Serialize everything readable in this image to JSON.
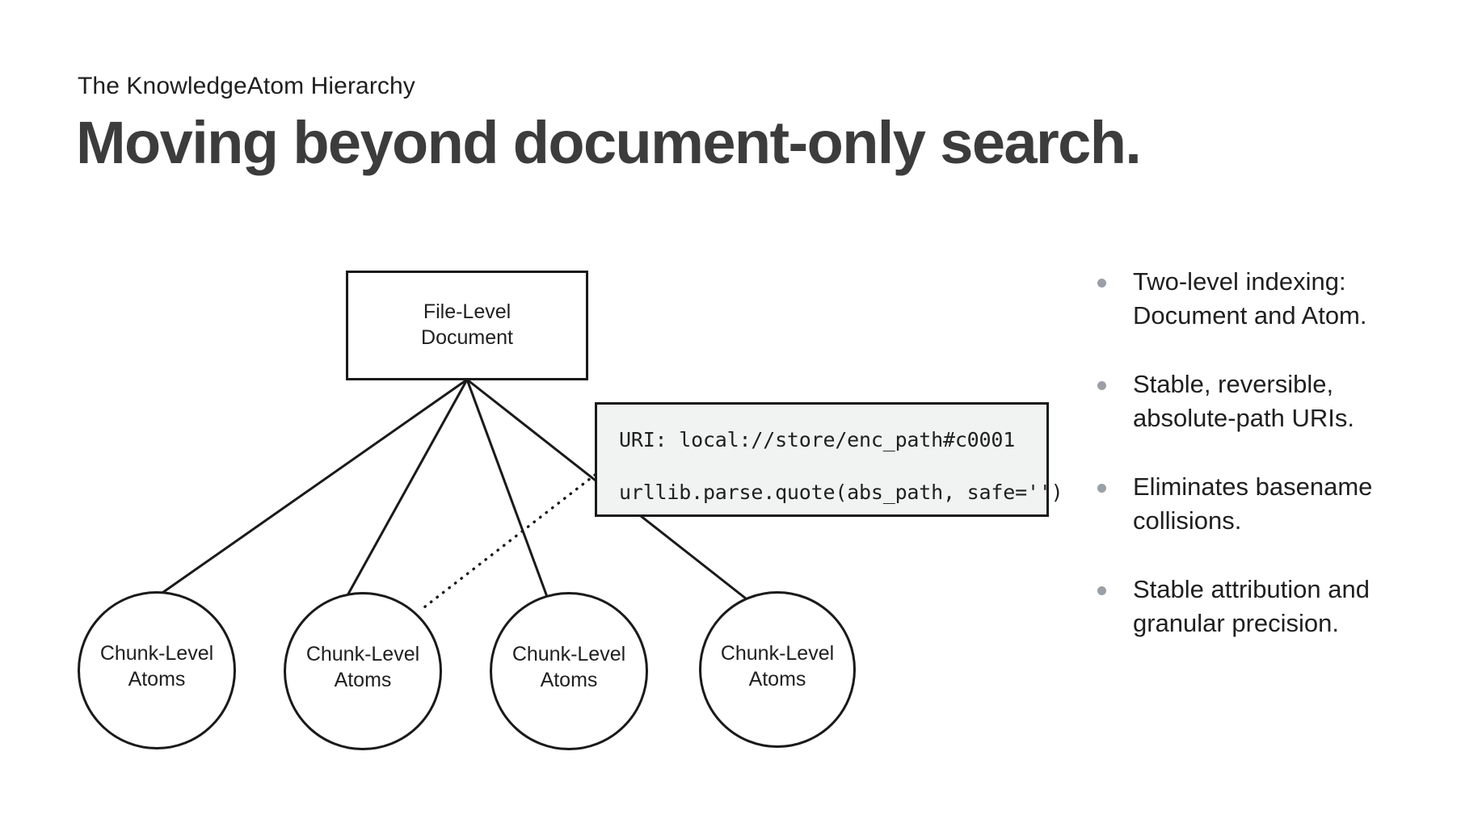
{
  "slide": {
    "eyebrow": "The KnowledgeAtom Hierarchy",
    "headline": "Moving beyond document-only search.",
    "background_color": "#ffffff",
    "headline_color": "#3c3c3c",
    "text_color": "#1f1f1f",
    "stroke_color": "#1a1a1a",
    "code_box_fill": "#f1f2f2",
    "bullet_dot_color": "#9aa0a6"
  },
  "diagram": {
    "type": "hierarchy-tree",
    "root": {
      "shape": "rectangle",
      "label": "File-Level\nDocument"
    },
    "children": [
      {
        "shape": "circle",
        "label": "Chunk-Level\nAtoms"
      },
      {
        "shape": "circle",
        "label": "Chunk-Level\nAtoms"
      },
      {
        "shape": "circle",
        "label": "Chunk-Level\nAtoms"
      },
      {
        "shape": "circle",
        "label": "Chunk-Level\nAtoms"
      }
    ],
    "callout": {
      "line_1": "URI: local://store/enc_path#c0001",
      "line_2": "urllib.parse.quote(abs_path, safe='')",
      "connector_style": "dotted",
      "connector_target": "chunk-2"
    }
  },
  "bullets": [
    {
      "text": "Two-level indexing: Document and Atom."
    },
    {
      "text": "Stable, reversible, absolute-path URIs."
    },
    {
      "text": "Eliminates basename collisions."
    },
    {
      "text": "Stable attribution and granular precision."
    }
  ]
}
